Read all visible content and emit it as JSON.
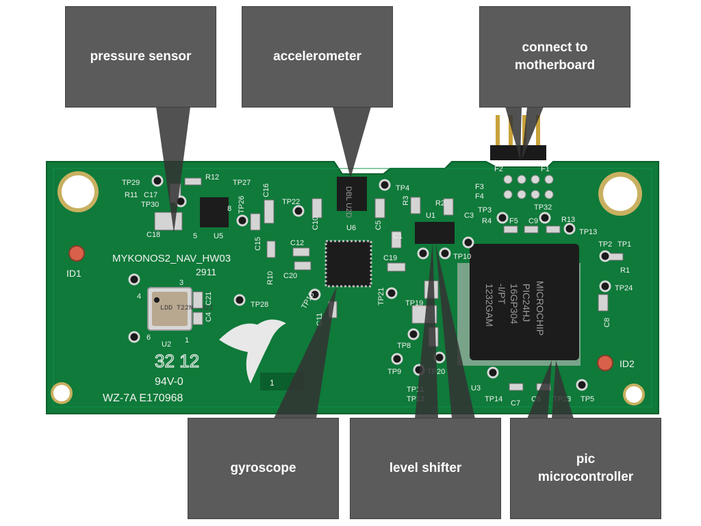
{
  "callouts": {
    "pressure_sensor": "pressure sensor",
    "accelerometer": "accelerometer",
    "connect_line1": "connect to",
    "connect_line2": "motherboard",
    "gyroscope": "gyroscope",
    "level_shifter": "level shifter",
    "pic_line1": "pic",
    "pic_line2": "microcontroller"
  },
  "board_markings": {
    "board_name": "MYKONOS2_NAV_HW03",
    "board_number": "2911",
    "id1": "ID1",
    "id2": "ID2",
    "date_code": "32 12",
    "ul_rating": "94V-0",
    "ul_code": "WZ-7A E170968",
    "chip_brand": "MICROCHIP",
    "chip_line1": "PIC24HJ",
    "chip_line2": "16GP304",
    "chip_line3": "-I/PT",
    "chip_line4": "1232GAM",
    "pressure_chip_text": "LDD T22N HH2I",
    "accel_chip_text": "DBL U2D",
    "tp29": "TP29",
    "r12": "R12",
    "tp27": "TP27",
    "r11": "R11",
    "c17": "C17",
    "c16": "C16",
    "tp30": "TP30",
    "tp26": "TP26",
    "c18": "C18",
    "u5": "U5",
    "tp22": "TP22",
    "c10": "C10",
    "u6": "U6",
    "c5": "C5",
    "tp4": "TP4",
    "r3": "R3",
    "r2": "R2",
    "u1": "U1",
    "c3": "C3",
    "r4": "R4",
    "c1": "C1",
    "c12": "C12",
    "c15": "C15",
    "r10": "R10",
    "c20": "C20",
    "c19": "C19",
    "tp10": "TP10",
    "f2": "F2",
    "f1": "F1",
    "f3": "F3",
    "f4": "F4",
    "tp3": "TP3",
    "tp32": "TP32",
    "f5": "F5",
    "c9": "C9",
    "r13": "R13",
    "tp13": "TP13",
    "tp2": "TP2",
    "tp1": "TP1",
    "r1": "R1",
    "tp24": "TP24",
    "c8": "C8",
    "c21": "C21",
    "c4": "C4",
    "u2": "U2",
    "tp28": "TP28",
    "tp18": "TP18",
    "c11": "C11",
    "tp21": "TP21",
    "tp19": "TP19",
    "tp8": "TP8",
    "tp9": "TP9",
    "tp20": "TP20",
    "tp11": "TP11",
    "tp12": "TP12",
    "u3": "U3",
    "tp14": "TP14",
    "c7": "C7",
    "c6": "C6",
    "tp23": "TP23",
    "tp5": "TP5",
    "pin1": "1",
    "pin3": "3",
    "pin4": "4",
    "pin6": "6",
    "pin5": "5",
    "pin8": "8",
    "label_box": "1"
  },
  "colors": {
    "pcb_green": "#0f7a3a",
    "pcb_dark": "#0a5f2c",
    "callout_bg": "#5b5b5b",
    "silkscreen": "#f2f2f2"
  }
}
